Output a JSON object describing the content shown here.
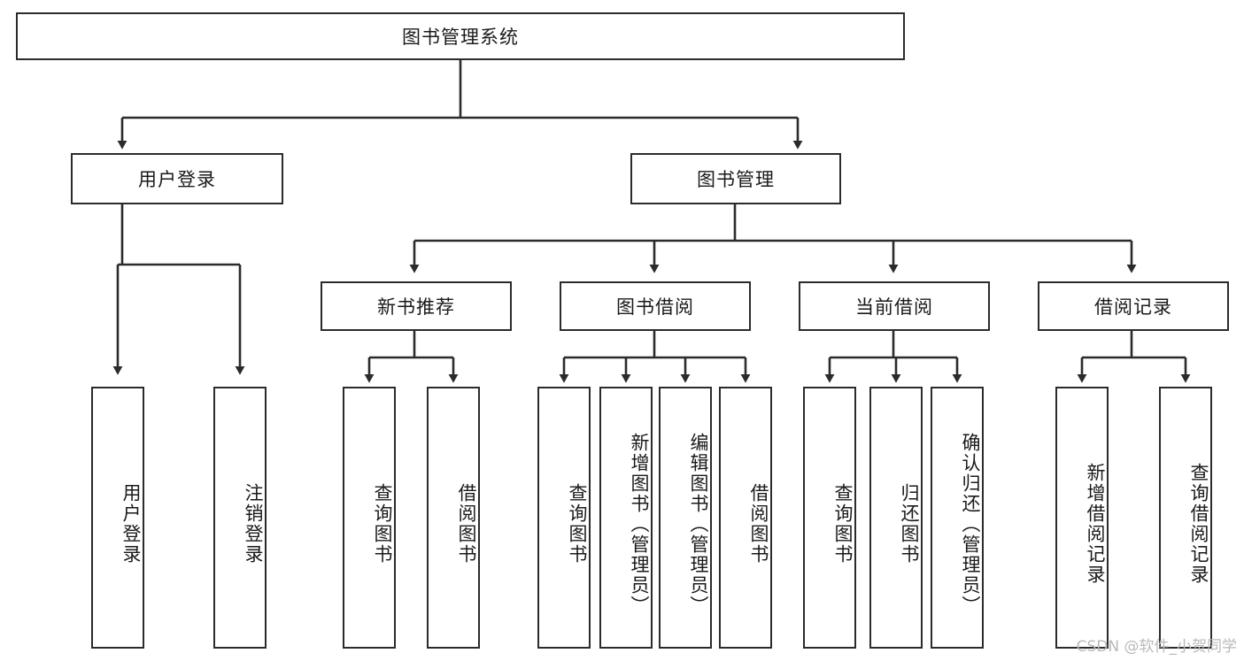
{
  "diagram": {
    "title": "图书管理系统",
    "type": "tree-structure-chart",
    "root": {
      "id": "root",
      "label": "图书管理系统"
    },
    "level2": [
      {
        "id": "user-login",
        "label": "用户登录"
      },
      {
        "id": "book-management",
        "label": "图书管理"
      }
    ],
    "level3": [
      {
        "id": "new-book-recommend",
        "label": "新书推荐",
        "parent": "book-management"
      },
      {
        "id": "book-borrow",
        "label": "图书借阅",
        "parent": "book-management"
      },
      {
        "id": "current-borrow",
        "label": "当前借阅",
        "parent": "book-management"
      },
      {
        "id": "borrow-record",
        "label": "借阅记录",
        "parent": "book-management"
      }
    ],
    "leaves": [
      {
        "id": "leaf-user-login",
        "label": "用户登录",
        "parent": "user-login"
      },
      {
        "id": "leaf-logout-login",
        "label": "注销登录",
        "parent": "user-login"
      },
      {
        "id": "leaf-query-book-1",
        "label": "查询图书",
        "parent": "new-book-recommend"
      },
      {
        "id": "leaf-borrow-book-1",
        "label": "借阅图书",
        "parent": "new-book-recommend"
      },
      {
        "id": "leaf-query-book-2",
        "label": "查询图书",
        "parent": "book-borrow"
      },
      {
        "id": "leaf-add-book",
        "label": "新增图书（管理员）",
        "parent": "book-borrow"
      },
      {
        "id": "leaf-edit-book",
        "label": "编辑图书（管理员）",
        "parent": "book-borrow"
      },
      {
        "id": "leaf-borrow-book-2",
        "label": "借阅图书",
        "parent": "book-borrow"
      },
      {
        "id": "leaf-query-book-3",
        "label": "查询图书",
        "parent": "current-borrow"
      },
      {
        "id": "leaf-return-book",
        "label": "归还图书",
        "parent": "current-borrow"
      },
      {
        "id": "leaf-confirm-return",
        "label": "确认归还（管理员）",
        "parent": "current-borrow"
      },
      {
        "id": "leaf-add-record",
        "label": "新增借阅记录",
        "parent": "borrow-record"
      },
      {
        "id": "leaf-query-record",
        "label": "查询借阅记录",
        "parent": "borrow-record"
      }
    ],
    "watermark": "CSDN @软件_小贺同学",
    "colors": {
      "stroke": "#2b2b2b",
      "fill": "#ffffff",
      "text": "#1a1a1a",
      "watermark": "#b9b9b9"
    }
  }
}
